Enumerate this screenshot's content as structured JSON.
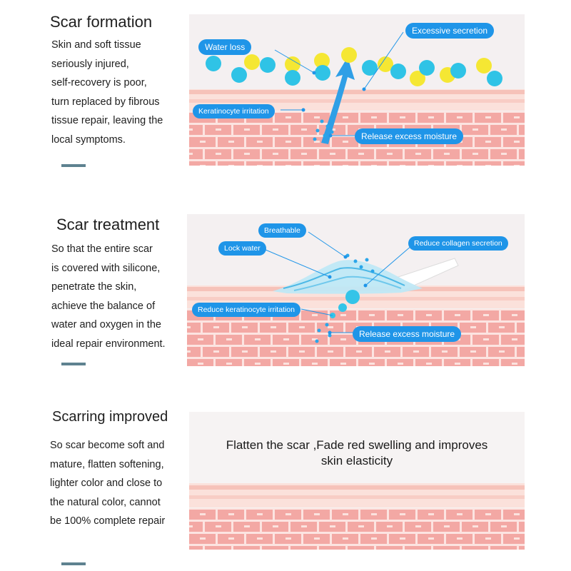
{
  "sections": [
    {
      "title": "Scar formation",
      "lines": [
        "Skin and soft tissue",
        "seriously injured,",
        "self-recovery is poor,",
        "turn replaced by fibrous",
        "tissue repair, leaving the",
        "local symptoms."
      ],
      "labels": [
        "Water loss",
        "Excessive secretion",
        "Keratinocyte irritation",
        "Release excess moisture"
      ]
    },
    {
      "title": "Scar treatment",
      "lines": [
        "So that the entire scar",
        "is covered with silicone,",
        "penetrate the skin,",
        "achieve the balance of",
        "water and oxygen in the",
        "ideal repair environment."
      ],
      "labels": [
        "Breathable",
        "Lock water",
        "Reduce collagen secretion",
        "Reduce keratinocyte irritation",
        "Release excess moisture"
      ]
    },
    {
      "title": "Scarring improved",
      "lines": [
        "So scar become soft and",
        "mature, flatten softening,",
        "lighter color and close to",
        "the natural color, cannot",
        "be 100% complete repair"
      ],
      "caption": [
        "Flatten the scar ,Fade red swelling and improves",
        "skin elasticity"
      ]
    }
  ],
  "colors": {
    "label_bg": "#1f95e8",
    "cell": "#f3a8a4",
    "mortar": "#fce4e1",
    "rule": "#5e8290",
    "ball_blue": "#33c4e6",
    "ball_yellow": "#f7ea34"
  }
}
